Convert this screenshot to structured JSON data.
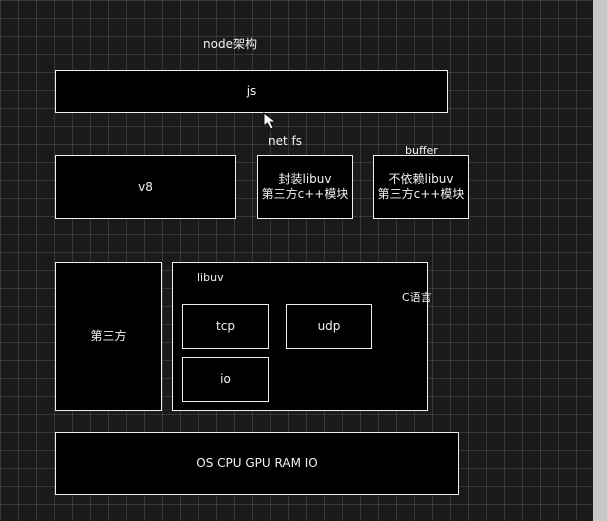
{
  "diagram": {
    "title": "node架构",
    "top": {
      "label": "js"
    },
    "connector_label": "net fs",
    "buffer_label": "buffer",
    "middle": {
      "v8": "v8",
      "wrapped_line1": "封装libuv",
      "wrapped_line2": "第三方c++模块",
      "independent_line1": "不依赖libuv",
      "independent_line2": "第三方c++模块"
    },
    "lower": {
      "third_party": "第三方",
      "libuv": "libuv",
      "c_language": "C语言",
      "tcp": "tcp",
      "udp": "udp",
      "io": "io"
    },
    "bottom": {
      "label": "OS CPU GPU RAM IO"
    }
  },
  "icons": {
    "cursor": "pointer-cursor-icon"
  },
  "colors": {
    "background": "#1a1a1a",
    "box_fill": "#000000",
    "box_border": "#efefef",
    "text": "#f3f3f3",
    "grid": "#4a4a4a"
  }
}
